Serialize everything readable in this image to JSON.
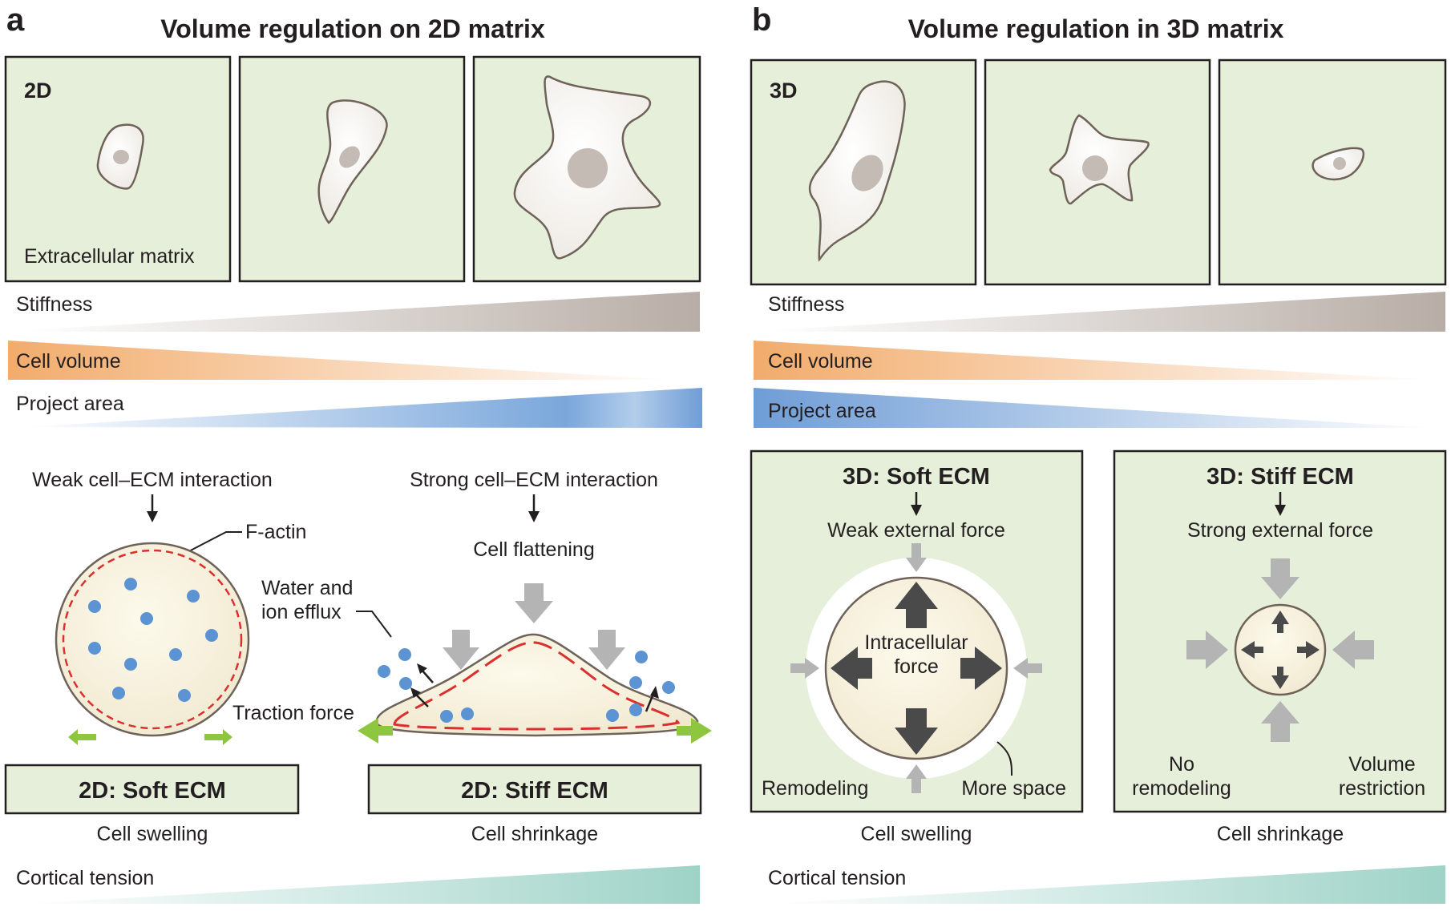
{
  "panel_a": {
    "letter": "a",
    "title": "Volume regulation on 2D matrix",
    "frame_label": "2D",
    "matrix_label": "Extracellular matrix",
    "gradients": {
      "stiffness": "Stiffness",
      "cell_volume": "Cell volume",
      "project_area": "Project area"
    },
    "soft": {
      "interaction": "Weak cell–ECM interaction",
      "factin": "F-actin",
      "traction": "Traction force",
      "box_title": "2D: Soft ECM",
      "outcome": "Cell swelling"
    },
    "stiff": {
      "interaction": "Strong cell–ECM interaction",
      "flattening": "Cell flattening",
      "efflux_line1": "Water and",
      "efflux_line2": "ion efflux",
      "box_title": "2D: Stiff ECM",
      "outcome": "Cell shrinkage"
    },
    "cortical_tension": "Cortical tension"
  },
  "panel_b": {
    "letter": "b",
    "title": "Volume regulation in 3D matrix",
    "frame_label": "3D",
    "gradients": {
      "stiffness": "Stiffness",
      "cell_volume": "Cell volume",
      "project_area": "Project area"
    },
    "soft": {
      "box_title": "3D: Soft ECM",
      "force": "Weak external force",
      "intracellular_line1": "Intracellular",
      "intracellular_line2": "force",
      "remodeling": "Remodeling",
      "more_space": "More space",
      "outcome": "Cell swelling"
    },
    "stiff": {
      "box_title": "3D: Stiff ECM",
      "force": "Strong external force",
      "no_remodeling_line1": "No",
      "no_remodeling_line2": "remodeling",
      "volume_line1": "Volume",
      "volume_line2": "restriction",
      "outcome": "Cell shrinkage"
    },
    "cortical_tension": "Cortical tension"
  },
  "colors": {
    "panel_fill": "#e6efd9",
    "cell_fill": "#f2efe9",
    "cell_stroke": "#6e6259",
    "nucleus": "#c3bbb4",
    "cytoplasm": "#f9f4e2",
    "actin": "#dc2f2f",
    "ion": "#5b93d3",
    "traction_arrow": "#8ec73f",
    "gray_arrow": "#b4b4b4",
    "dark_arrow": "#4a4a4a",
    "stiffness_grad": "#b8ada6",
    "volume_grad": "#f2ac6c",
    "area_grad": "#6f9dd6",
    "tension_grad": "#9fd3c8"
  }
}
